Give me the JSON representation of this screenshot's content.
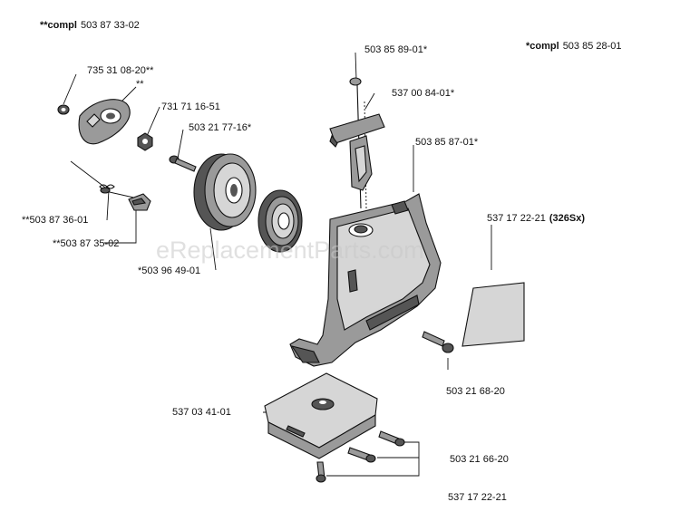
{
  "labels": {
    "compl_left_prefix": "**compl",
    "compl_left_num": "503 87 33-02",
    "compl_right_prefix": "*compl",
    "compl_right_num": "503 85 28-01",
    "p735": "735 31 08-20**",
    "p_star2": "**",
    "p731": "731 71 16-51",
    "p503_21_77": "503 21 77-16*",
    "p503_87_36": "**503 87 36-01",
    "p503_87_35": "**503 87 35-02",
    "p503_96_49": "*503 96 49-01",
    "p503_85_89": "503 85 89-01*",
    "p537_00_84": "537 00 84-01*",
    "p503_85_87": "503 85 87-01*",
    "p537_17_22_num": "537 17 22-21",
    "p537_17_22_suffix": "(326Sx)",
    "p503_21_68": "503 21 68-20",
    "p537_03_41": "537 03 41-01",
    "p503_21_66": "503 21 66-20",
    "p537_17_22_bottom": "537 17 22-21"
  },
  "watermark": "eReplacementParts.com"
}
